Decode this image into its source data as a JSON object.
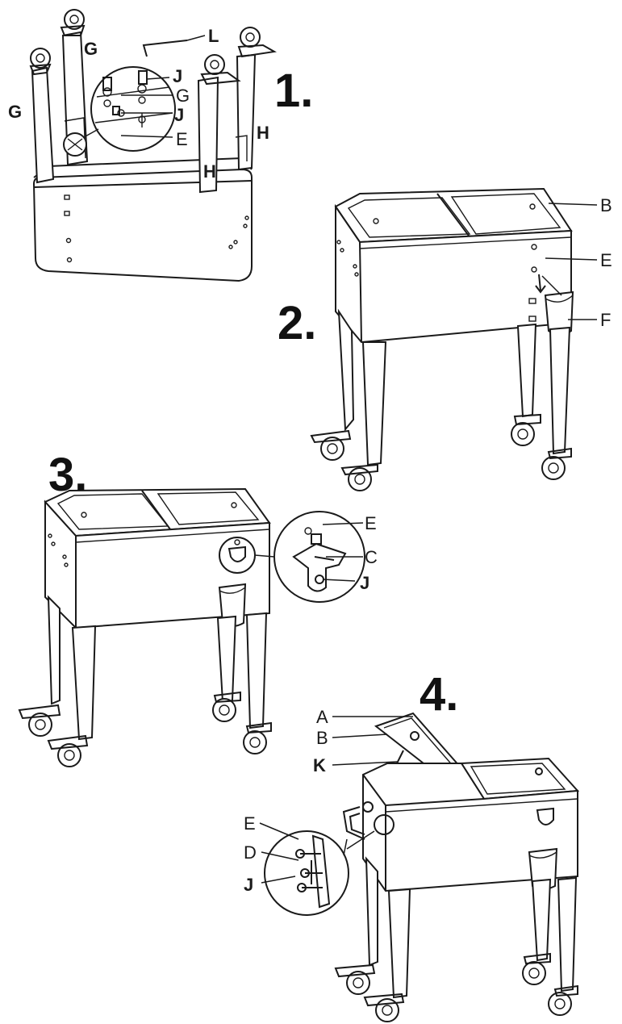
{
  "steps": {
    "s1": "1.",
    "s2": "2.",
    "s3": "3.",
    "s4": "4."
  },
  "parts": {
    "A": "A",
    "B": "B",
    "C": "C",
    "D": "D",
    "E": "E",
    "F": "F",
    "G": "G",
    "H": "H",
    "J": "J",
    "K": "K",
    "L": "L"
  },
  "colors": {
    "line": "#1a1a1a",
    "background": "#ffffff"
  }
}
